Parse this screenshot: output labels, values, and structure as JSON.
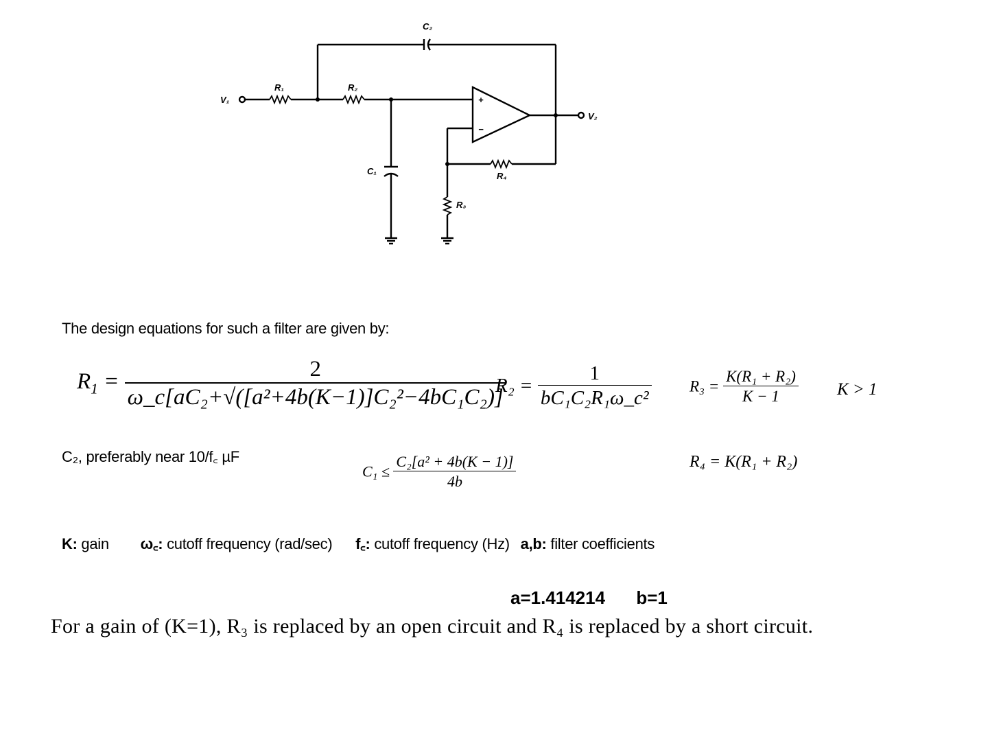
{
  "circuit": {
    "labels": {
      "c2": "C₂",
      "r1": "R₁",
      "r2": "R₂",
      "v1": "V₁",
      "v2": "V₂",
      "c1": "C₁",
      "r4": "R₄",
      "r3": "R₃",
      "plus": "+",
      "minus": "−"
    }
  },
  "intro": "The design equations for such a filter are given by:",
  "equations": {
    "r1_lhs": "R",
    "r1_lhs_sub": "1",
    "r1_num": "2",
    "r1_den": "ω_c[aC₂+√([a²+4b(K−1)]C₂²−4bC₁C₂)]",
    "r2_lhs": "R₂ =",
    "r2_num": "1",
    "r2_den": "bC₁C₂R₁ω_c²",
    "r3_lhs": "R₃ =",
    "r3_num": "K(R₁ + R₂)",
    "r3_den": "K − 1",
    "k_cond": "K > 1",
    "c1_lhs": "C₁ ≤",
    "c1_num": "C₂[a² + 4b(K − 1)]",
    "c1_den": "4b",
    "r4": "R₄ = K(R₁ + R₂)"
  },
  "c2_note": "C₂, preferably near 10/f꜀ µF",
  "legend": {
    "k_key": "K:",
    "k_val": " gain",
    "wc_key": "ω꜀:",
    "wc_val": " cutoff frequency (rad/sec)",
    "fc_key": "f꜀:",
    "fc_val": " cutoff frequency (Hz)",
    "ab_key": "a,b:",
    "ab_val": " filter coefficients"
  },
  "coefficients": {
    "a": "a=1.414214",
    "b": "b=1"
  },
  "footer": "For a gain of (K=1), R₃ is replaced by an open circuit and R₄ is replaced by a short circuit."
}
